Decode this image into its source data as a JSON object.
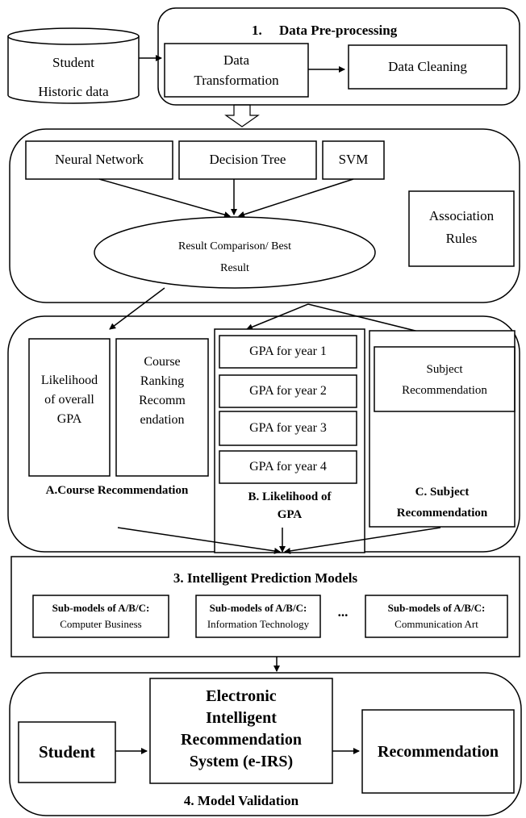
{
  "preprocessing": {
    "title": "1.     Data Pre-processing",
    "source_line1": "Student",
    "source_line2": "Historic data",
    "transform_line1": "Data",
    "transform_line2": "Transformation",
    "cleaning": "Data Cleaning"
  },
  "mining": {
    "neural": "Neural Network",
    "tree": "Decision Tree",
    "svm": "SVM",
    "assoc_line1": "Association",
    "assoc_line2": "Rules",
    "compare_line1": "Result Comparison/ Best",
    "compare_line2": "Result"
  },
  "course": {
    "likelihood_lines": [
      "Likelihood",
      "of overall",
      "GPA"
    ],
    "ranking_lines": [
      "Course",
      "Ranking",
      "Recomm",
      "endation"
    ],
    "label": "A.Course Recommendation"
  },
  "gpa": {
    "years": [
      "GPA for year 1",
      "GPA for year 2",
      "GPA for year 3",
      "GPA for year 4"
    ],
    "label_line1": "B. Likelihood of",
    "label_line2": "GPA"
  },
  "subject": {
    "box_line1": "Subject",
    "box_line2": "Recommendation",
    "label_line1": "C. Subject",
    "label_line2": "Recommendation"
  },
  "models": {
    "title": "3. Intelligent Prediction Models",
    "submodel_label": "Sub-models of A/B/C:",
    "submodels": [
      "Computer Business",
      "Information Technology",
      "Communication Art"
    ],
    "ellipsis": "..."
  },
  "validation": {
    "student": "Student",
    "eirs_lines": [
      "Electronic",
      "Intelligent",
      "Recommendation",
      "System (e-IRS)"
    ],
    "recommendation": "Recommendation",
    "title": "4. Model Validation"
  }
}
